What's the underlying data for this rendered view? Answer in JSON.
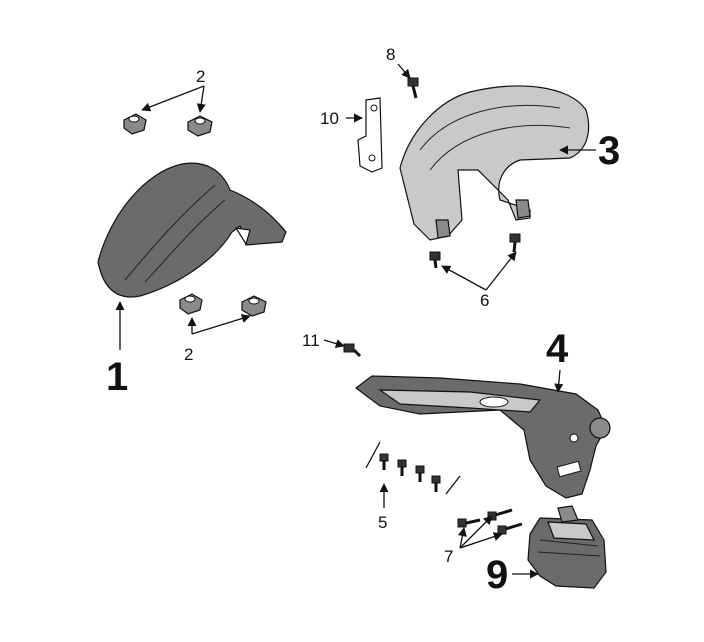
{
  "diagram": {
    "callouts": [
      {
        "id": "c1",
        "text": "1"
      },
      {
        "id": "c2a",
        "text": "2"
      },
      {
        "id": "c2b",
        "text": "2"
      },
      {
        "id": "c3",
        "text": "3"
      },
      {
        "id": "c4",
        "text": "4"
      },
      {
        "id": "c5",
        "text": "5"
      },
      {
        "id": "c6",
        "text": "6"
      },
      {
        "id": "c7",
        "text": "7"
      },
      {
        "id": "c8",
        "text": "8"
      },
      {
        "id": "c9",
        "text": "9"
      },
      {
        "id": "c10",
        "text": "10"
      },
      {
        "id": "c11",
        "text": "11"
      }
    ]
  }
}
